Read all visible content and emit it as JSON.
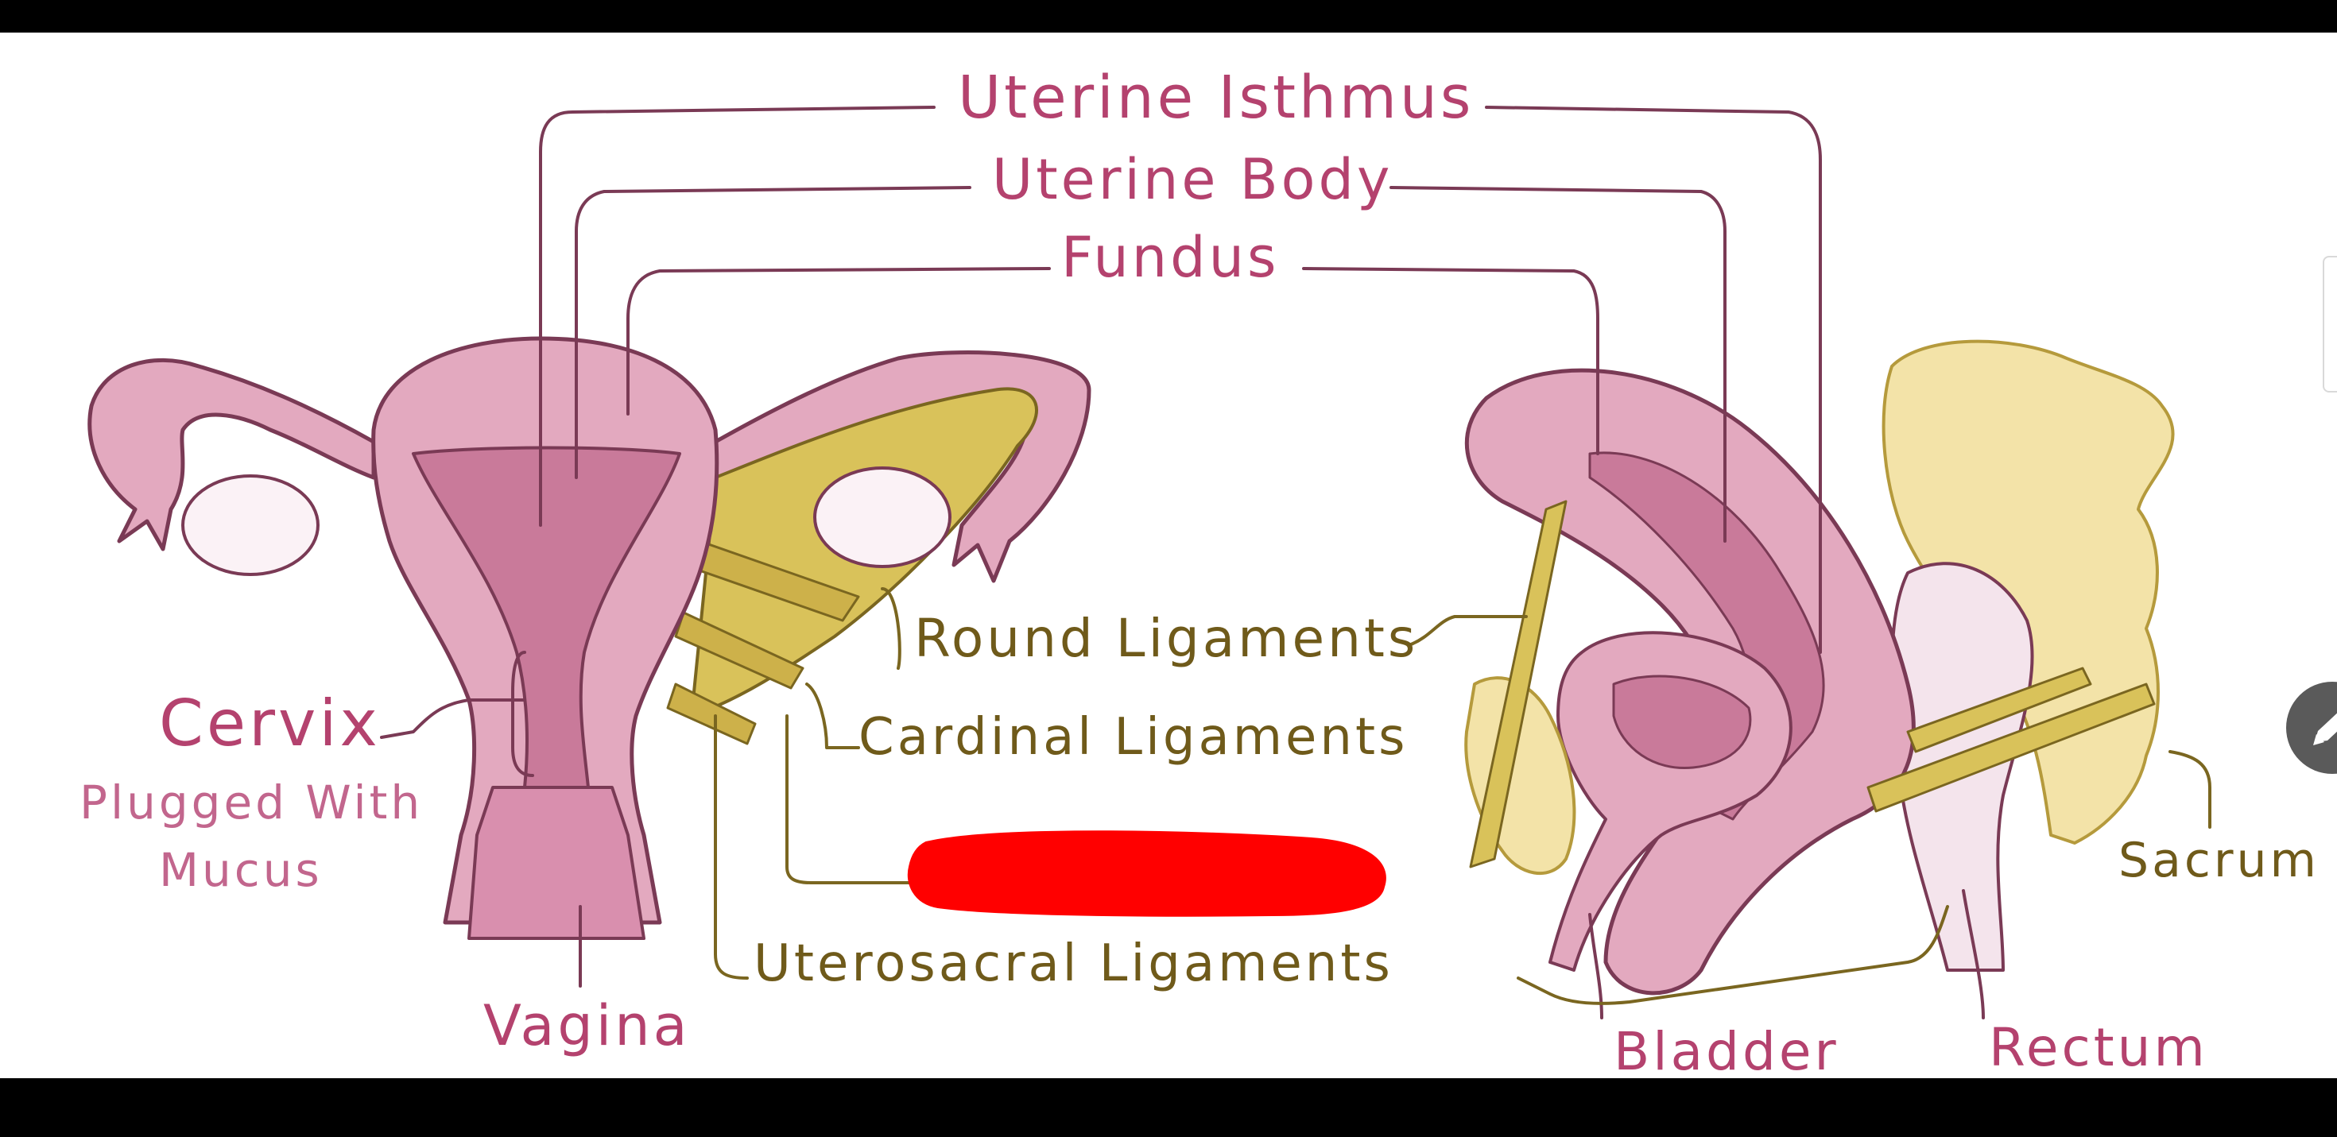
{
  "labels": {
    "uterine_isthmus": "Uterine Isthmus",
    "uterine_body": "Uterine Body",
    "fundus": "Fundus",
    "round_ligaments": "Round Ligaments",
    "cardinal_ligaments": "Cardinal Ligaments",
    "uterosacral_ligaments": "Uterosacral Ligaments",
    "cervix": "Cervix",
    "cervix_note_line1": "Plugged With",
    "cervix_note_line2": "Mucus",
    "vagina": "Vagina",
    "bladder": "Bladder",
    "rectum": "Rectum",
    "sacrum": "Sacrum"
  },
  "colors": {
    "organ_pink": "#e3a9bf",
    "organ_pink_dark": "#c97a9a",
    "outline_maroon": "#7a3a55",
    "ligament_yellow": "#d9c25a",
    "bone_cream": "#f3e3a8",
    "ovary_white": "#fbf2f6",
    "redaction_red": "#ff0000"
  },
  "icons": {
    "edit": "pencil-icon"
  }
}
